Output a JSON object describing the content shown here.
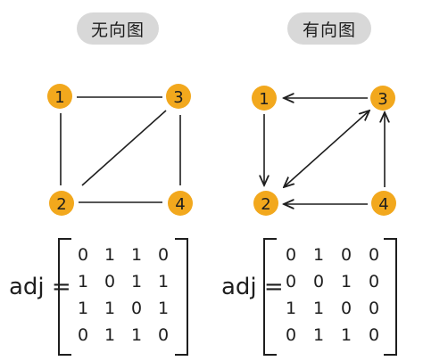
{
  "titles": {
    "undirected": "无向图",
    "directed": "有向图"
  },
  "undirected": {
    "nodes": [
      "1",
      "3",
      "2",
      "4"
    ],
    "matrix_label": "adj =",
    "matrix": [
      [
        "0",
        "1",
        "1",
        "0"
      ],
      [
        "1",
        "0",
        "1",
        "1"
      ],
      [
        "1",
        "1",
        "0",
        "1"
      ],
      [
        "0",
        "1",
        "1",
        "0"
      ]
    ]
  },
  "directed": {
    "nodes": [
      "1",
      "3",
      "2",
      "4"
    ],
    "matrix_label": "adj =",
    "matrix": [
      [
        "0",
        "1",
        "0",
        "0"
      ],
      [
        "0",
        "0",
        "1",
        "0"
      ],
      [
        "1",
        "1",
        "0",
        "0"
      ],
      [
        "0",
        "1",
        "1",
        "0"
      ]
    ]
  },
  "colors": {
    "node_fill": "#f2a81d",
    "title_bg": "#d8d8d8",
    "stroke": "#1e1e1e"
  }
}
